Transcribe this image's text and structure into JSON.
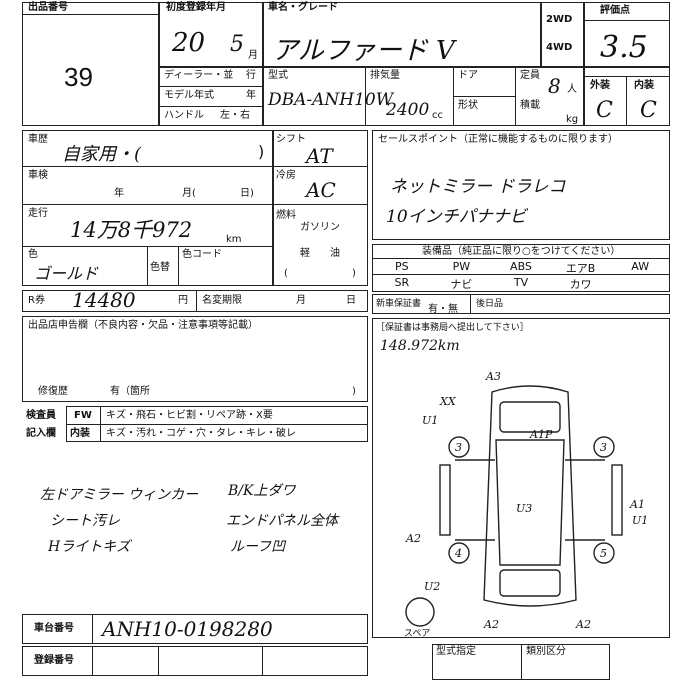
{
  "header": {
    "lot_label": "出品番号",
    "lot_number": "39",
    "reg_label": "初度登録年月",
    "reg_year": "20",
    "reg_month": "5",
    "reg_month_unit": "月",
    "name_label": "車名・グレード",
    "name_value": "アルファード V",
    "drive_2wd": "2WD",
    "drive_4wd": "4WD",
    "score_label": "評価点",
    "score_value": "3.5"
  },
  "row2": {
    "dealer_label": "ディーラー・並",
    "dealer_suffix": "行",
    "model_year_label": "モデル年式",
    "model_year_suffix": "年",
    "handle_label": "ハンドル",
    "handle_value": "左・右",
    "type_label": "型式",
    "type_value": "DBA-ANH10W",
    "disp_label": "排気量",
    "disp_value": "2400",
    "disp_unit": "cc",
    "door_label": "ドア",
    "shape_label": "形状",
    "cap_label": "定員",
    "cap_value": "8",
    "cap_unit": "人",
    "load_label": "積載",
    "load_unit": "kg",
    "ext_label": "外装",
    "int_label": "内装",
    "ext_value": "C",
    "int_value": "C"
  },
  "history": {
    "label": "車歴",
    "value": "自家用・(",
    "close": ")"
  },
  "inspection": {
    "label": "車検",
    "year": "年",
    "month": "月(",
    "day": "日)"
  },
  "mileage": {
    "label": "走行",
    "value": "14万8千972",
    "unit": "km"
  },
  "color": {
    "label": "色",
    "value": "ゴールド",
    "swap_label": "色替",
    "code_label": "色コード"
  },
  "shift": {
    "label": "シフト",
    "value": "AT"
  },
  "ac": {
    "label": "冷房",
    "value": "AC"
  },
  "fuel": {
    "label": "燃料",
    "gas": "ガソリン",
    "light": "軽",
    "oil": "油",
    "paren_open": "(",
    "paren_close": ")"
  },
  "sales": {
    "label": "セールスポイント（正常に機能するものに限ります）",
    "line1": "ネットミラー ドラレコ",
    "line2": "10インチパナナビ"
  },
  "equipment": {
    "label": "装備品（純正品に限り○をつけてください）",
    "row1": [
      "PS",
      "PW",
      "ABS",
      "エアB",
      "AW"
    ],
    "row2": [
      "SR",
      "ナビ",
      "TV",
      "カワ"
    ]
  },
  "warranty": {
    "label": "新車保証書",
    "value": "有・無",
    "after_label": "後日品"
  },
  "recycle": {
    "label": "R券",
    "value": "14480",
    "unit": "円",
    "name_label": "名変期限",
    "month": "月",
    "day": "日"
  },
  "report": {
    "label": "出品店申告欄（不良内容・欠品・注意事項等記載）",
    "repair_label": "修復歴",
    "repair_value": "有（箇所",
    "repair_close": ")"
  },
  "inspector": {
    "label1": "検査員",
    "label2": "記入欄",
    "fw": "FW",
    "fw_items": "キズ・飛石・ヒビ割・リペア跡・X要",
    "int": "内装",
    "int_items": "キズ・汚れ・コゲ・穴・タレ・キレ・破レ"
  },
  "notes": {
    "left1": "左ドアミラー ウィンカー",
    "left2": "シート汚レ",
    "left3": "Hライトキズ",
    "right1": "B/K上ダワ",
    "right2": "エンドパネル全体",
    "right3": "ルーフ凹"
  },
  "records": {
    "label": "［保証書は事務局へ提出して下さい］",
    "value": "148.972km"
  },
  "diagram": {
    "marks": [
      "A3",
      "XX",
      "U1",
      "A1P",
      "U3",
      "A1",
      "U1",
      "A2",
      "U2",
      "A2",
      "A2"
    ],
    "circled": [
      "3",
      "3",
      "4",
      "5"
    ],
    "spare_label": "スペア"
  },
  "chassis": {
    "label": "車台番号",
    "value": "ANH10-0198280"
  },
  "plate": {
    "label": "登録番号"
  },
  "footer": {
    "type_label": "型式指定",
    "class_label": "類別区分"
  }
}
